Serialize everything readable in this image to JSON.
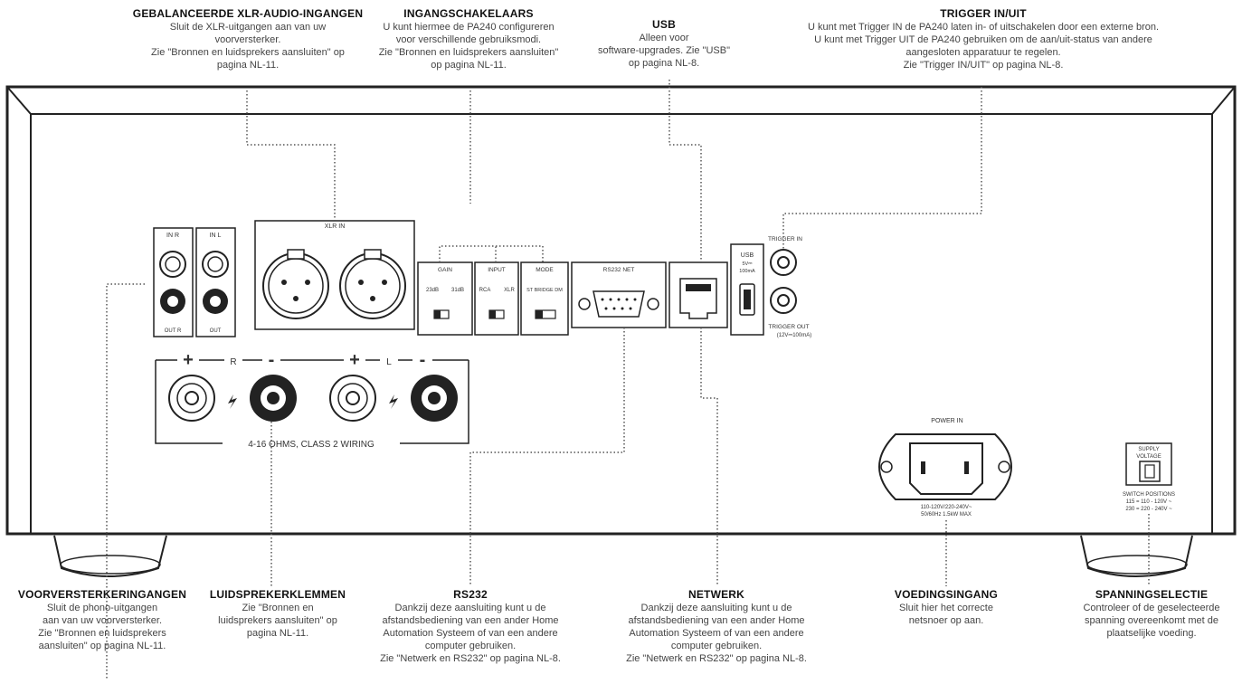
{
  "callouts": {
    "xlr": {
      "title": "GEBALANCEERDE XLR-AUDIO-INGANGEN",
      "desc": "Sluit de XLR-uitgangen aan van uw\nvoorversterker.\nZie \"Bronnen en luidsprekers aansluiten\" op\npagina NL-11."
    },
    "switches": {
      "title": "INGANGSCHAKELAARS",
      "desc": "U kunt hiermee de PA240 configureren\nvoor verschillende gebruiksmodi.\nZie \"Bronnen en luidsprekers aansluiten\"\nop pagina NL-11."
    },
    "usb": {
      "title": "USB",
      "desc": "Alleen voor\nsoftware-upgrades. Zie \"USB\"\nop pagina NL-8."
    },
    "trigger": {
      "title": "TRIGGER IN/UIT",
      "desc": "U kunt met Trigger IN de PA240 laten in- of uitschakelen door een externe bron.\nU kunt met Trigger UIT de PA240 gebruiken om de aan/uit-status van andere\naangesloten apparatuur te regelen.\nZie \"Trigger IN/UIT\" op pagina NL-8."
    },
    "preamp": {
      "title": "VOORVERSTERKERINGANGEN",
      "desc": "Sluit de phono-uitgangen\naan van uw voorversterker.\nZie \"Bronnen en luidsprekers\naansluiten\" op pagina NL-11."
    },
    "speakers": {
      "title": "LUIDSPREKERKLEMMEN",
      "desc": "Zie \"Bronnen en\nluidsprekers aansluiten\" op\npagina NL-11."
    },
    "rs232": {
      "title": "RS232",
      "desc": "Dankzij deze aansluiting kunt u de\nafstandsbediening van een ander Home\nAutomation Systeem of van een andere\ncomputer gebruiken.\nZie \"Netwerk en RS232\" op pagina NL-8."
    },
    "network": {
      "title": "NETWERK",
      "desc": "Dankzij deze aansluiting kunt u de\nafstandsbediening van een ander Home\nAutomation Systeem of van een andere\ncomputer gebruiken.\nZie \"Netwerk en RS232\" op pagina NL-8."
    },
    "power": {
      "title": "VOEDINGSINGANG",
      "desc": "Sluit hier het correcte\nnetsnoer op aan."
    },
    "voltage": {
      "title": "SPANNINGSELECTIE",
      "desc": "Controleer of de geselecteerde\nspanning overeenkomt met de\nplaatselijke voeding."
    }
  },
  "panel": {
    "in_r": "IN R",
    "in_l": "IN L",
    "out_r": "OUT R",
    "out_l": "OUT",
    "xlr_in": "XLR IN",
    "gain": "GAIN",
    "gain_opt_a": "23dB",
    "gain_opt_b": "31dB",
    "input": "INPUT",
    "input_opt_a": "RCA",
    "input_opt_b": "XLR",
    "mode": "MODE",
    "mode_opts": "ST BRIDGE DM",
    "rs232_net": "RS232 NET",
    "usb": "USB",
    "usb_spec": "5V⎓\n100mA",
    "trigger_in": "TRIGGER IN",
    "trigger_out": "TRIGGER OUT",
    "trigger_out_spec": "(12V⎓100mA)",
    "sp_plus": "+",
    "sp_minus": "-",
    "sp_r": "R",
    "sp_l": "L",
    "wiring": "4-16 OHMS, CLASS 2 WIRING",
    "power_in": "POWER IN",
    "power_spec": "110-120V/220-240V~\n50/60Hz 1.5kW MAX",
    "supply_voltage": "SUPPLY\nVOLTAGE",
    "switch_positions": "SWITCH POSITIONS\n115 = 110 - 120V ~\n230 = 220 - 240V ~"
  }
}
